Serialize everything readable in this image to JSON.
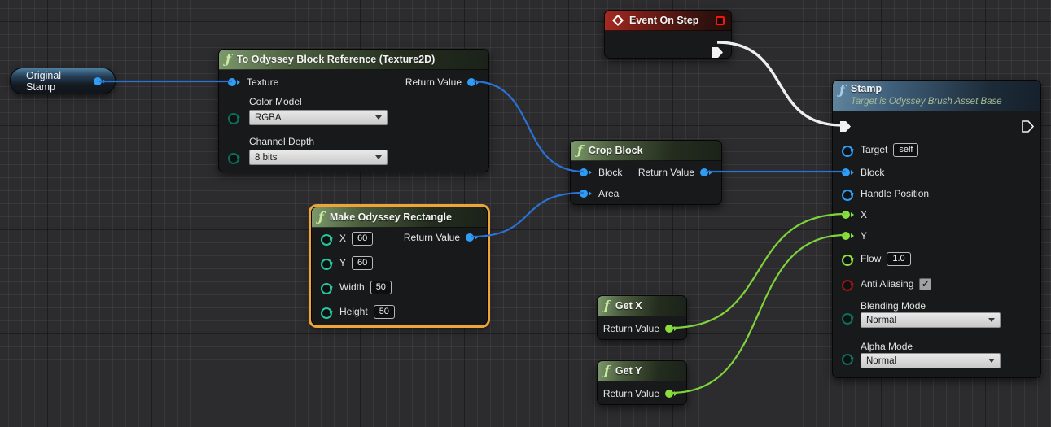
{
  "icons": {
    "function_glyph": "ƒ",
    "check": "✓"
  },
  "colors": {
    "selection": "#eea437",
    "wires": {
      "exec": "#eeeeee",
      "object": "#2a72d4",
      "float": "#7ed33a"
    }
  },
  "nodes": {
    "original_stamp": {
      "title": "Original Stamp"
    },
    "to_odyssey_block_reference": {
      "title": "To Odyssey Block Reference (Texture2D)",
      "texture": "Texture",
      "return_value": "Return Value",
      "color_model_label": "Color Model",
      "color_model_value": "RGBA",
      "channel_depth_label": "Channel Depth",
      "channel_depth_value": "8 bits"
    },
    "event_on_step": {
      "title": "Event On Step"
    },
    "crop_block": {
      "title": "Crop Block",
      "block": "Block",
      "area": "Area",
      "return_value": "Return Value"
    },
    "make_odyssey_rectangle": {
      "title": "Make Odyssey Rectangle",
      "x_label": "X",
      "x_value": "60",
      "y_label": "Y",
      "y_value": "60",
      "width_label": "Width",
      "width_value": "50",
      "height_label": "Height",
      "height_value": "50",
      "return_value": "Return Value"
    },
    "get_x": {
      "title": "Get X",
      "return_value": "Return Value"
    },
    "get_y": {
      "title": "Get Y",
      "return_value": "Return Value"
    },
    "stamp": {
      "title": "Stamp",
      "subtitle": "Target is Odyssey Brush Asset Base",
      "target_label": "Target",
      "target_value": "self",
      "block": "Block",
      "handle_position": "Handle Position",
      "x_label": "X",
      "y_label": "Y",
      "flow_label": "Flow",
      "flow_value": "1.0",
      "anti_aliasing_label": "Anti Aliasing",
      "anti_aliasing_checked": true,
      "blending_mode_label": "Blending Mode",
      "blending_mode_value": "Normal",
      "alpha_mode_label": "Alpha Mode",
      "alpha_mode_value": "Normal"
    }
  },
  "wires": [
    {
      "name": "original-stamp-to-texture",
      "type": "object",
      "from": [
        122,
        100
      ],
      "to": [
        285,
        100
      ]
    },
    {
      "name": "block-reference-to-crop-block",
      "type": "object",
      "from": [
        581,
        100
      ],
      "to": [
        717,
        211
      ]
    },
    {
      "name": "rectangle-to-crop-area",
      "type": "object",
      "from": [
        579,
        291
      ],
      "to": [
        717,
        237
      ]
    },
    {
      "name": "crop-block-to-stamp-block",
      "type": "object",
      "from": [
        867,
        211
      ],
      "to": [
        1039,
        211
      ]
    },
    {
      "name": "event-exec-to-stamp-exec",
      "type": "exec",
      "from": [
        881,
        52
      ],
      "to": [
        1034,
        154
      ]
    },
    {
      "name": "get-x-to-stamp-x",
      "type": "float",
      "from": [
        824,
        403
      ],
      "to": [
        1039,
        263
      ]
    },
    {
      "name": "get-y-to-stamp-y",
      "type": "float",
      "from": [
        824,
        483
      ],
      "to": [
        1039,
        289
      ]
    }
  ]
}
